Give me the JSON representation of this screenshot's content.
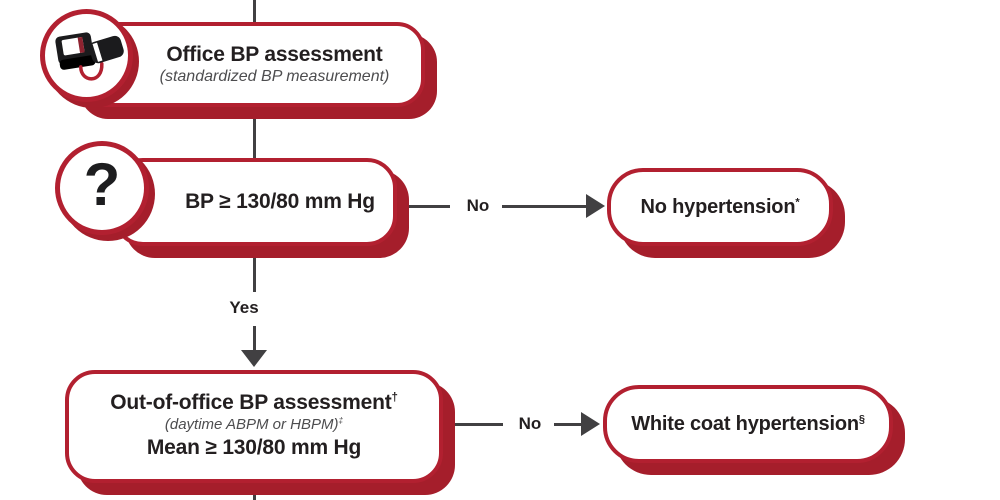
{
  "palette": {
    "border_red": "#B22030",
    "shadow_red": "#A51E2B",
    "connector_gray": "#414042",
    "text_black": "#231F20",
    "subtext_gray": "#4D4D4F",
    "background": "#FFFFFF"
  },
  "nodes": {
    "office": {
      "title": "Office BP assessment",
      "subtitle": "(standardized BP measurement)",
      "icon": "blood-pressure-monitor"
    },
    "bp_check": {
      "title": "BP ≥ 130/80 mm Hg",
      "icon_glyph": "?"
    },
    "no_hypertension": {
      "title": "No hypertension",
      "sup": "*"
    },
    "out_of_office": {
      "title": "Out-of-office BP assessment",
      "title_sup": "†",
      "subtitle": "(daytime ABPM or HBPM)",
      "subtitle_sup": "‡",
      "line3": "Mean ≥ 130/80 mm Hg"
    },
    "white_coat": {
      "title": "White coat hypertension",
      "sup": "§"
    }
  },
  "edges": {
    "no_top": "No",
    "yes": "Yes",
    "no_bottom": "No"
  }
}
